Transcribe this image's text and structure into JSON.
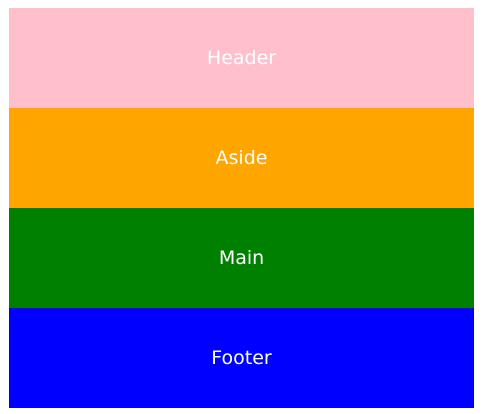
{
  "sections": [
    {
      "label": "Header",
      "color": "#ffc0cb"
    },
    {
      "label": "Aside",
      "color": "#ffa500"
    },
    {
      "label": "Main",
      "color": "#008000"
    },
    {
      "label": "Footer",
      "color": "#0000ff"
    }
  ]
}
